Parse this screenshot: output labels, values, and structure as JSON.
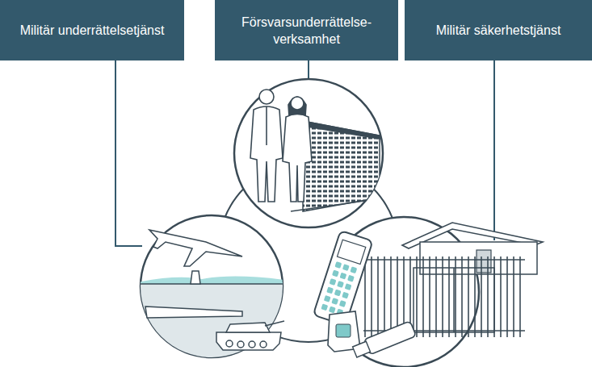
{
  "diagram": {
    "nodes": [
      {
        "text": [
          "Militär underrättelsetjänst"
        ]
      },
      {
        "text": [
          "Försvarsunderrättelse- verksamhet"
        ]
      },
      {
        "text": [
          "Militär säkerhetstjänst"
        ]
      }
    ]
  }
}
